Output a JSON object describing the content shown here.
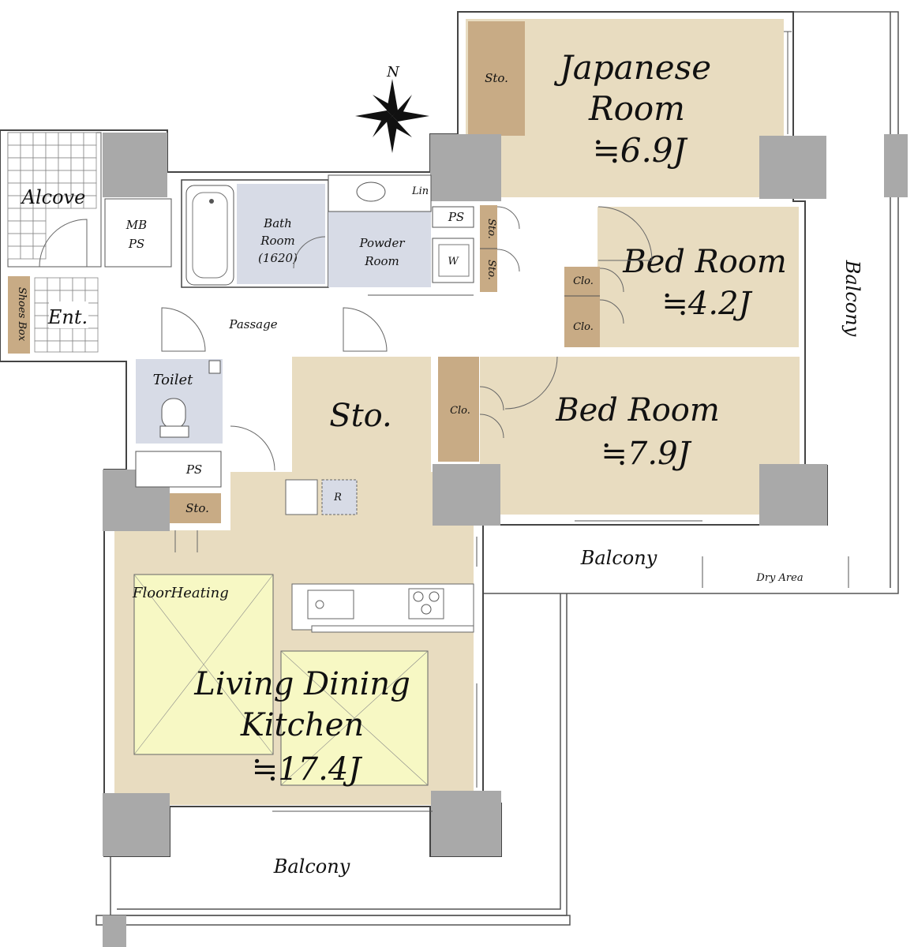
{
  "rooms": {
    "japanese_room": {
      "name_line1": "Japanese",
      "name_line2": "Room",
      "size": "≒6.9J"
    },
    "bed_room_1": {
      "name": "Bed Room",
      "size": "≒4.2J"
    },
    "bed_room_2": {
      "name": "Bed Room",
      "size": "≒7.9J"
    },
    "ldk": {
      "name_line1": "Living Dining",
      "name_line2": "Kitchen",
      "size": "≒17.4J"
    },
    "storage_main": "Sto.",
    "bath": {
      "line1": "Bath",
      "line2": "Room",
      "line3": "(1620)"
    },
    "powder": {
      "line1": "Powder",
      "line2": "Room"
    },
    "toilet": "Toilet",
    "alcove": "Alcove",
    "entrance": "Ent.",
    "shoes_box": "Shoes Box",
    "passage": "Passage",
    "mb_ps": {
      "line1": "MB",
      "line2": "PS"
    },
    "ps": "PS",
    "lin": "Lin",
    "washer": "W",
    "refrigerator": "R",
    "sto_small": "Sto.",
    "clo": "Clo.",
    "floor_heating": "FloorHeating",
    "dry_area": "Dry Area"
  },
  "balconies": {
    "east": "Balcony",
    "south_center": "Balcony",
    "south_west": "Balcony"
  },
  "compass": {
    "north_label": "N",
    "icon": "compass-rose-icon"
  },
  "colors": {
    "room_beige": "#e8dcc0",
    "storage_tan": "#c8ab85",
    "wet_blue": "#d7dbe6",
    "pillar_gray": "#a9a9a9",
    "floor_heating": "#f7f8c4"
  }
}
